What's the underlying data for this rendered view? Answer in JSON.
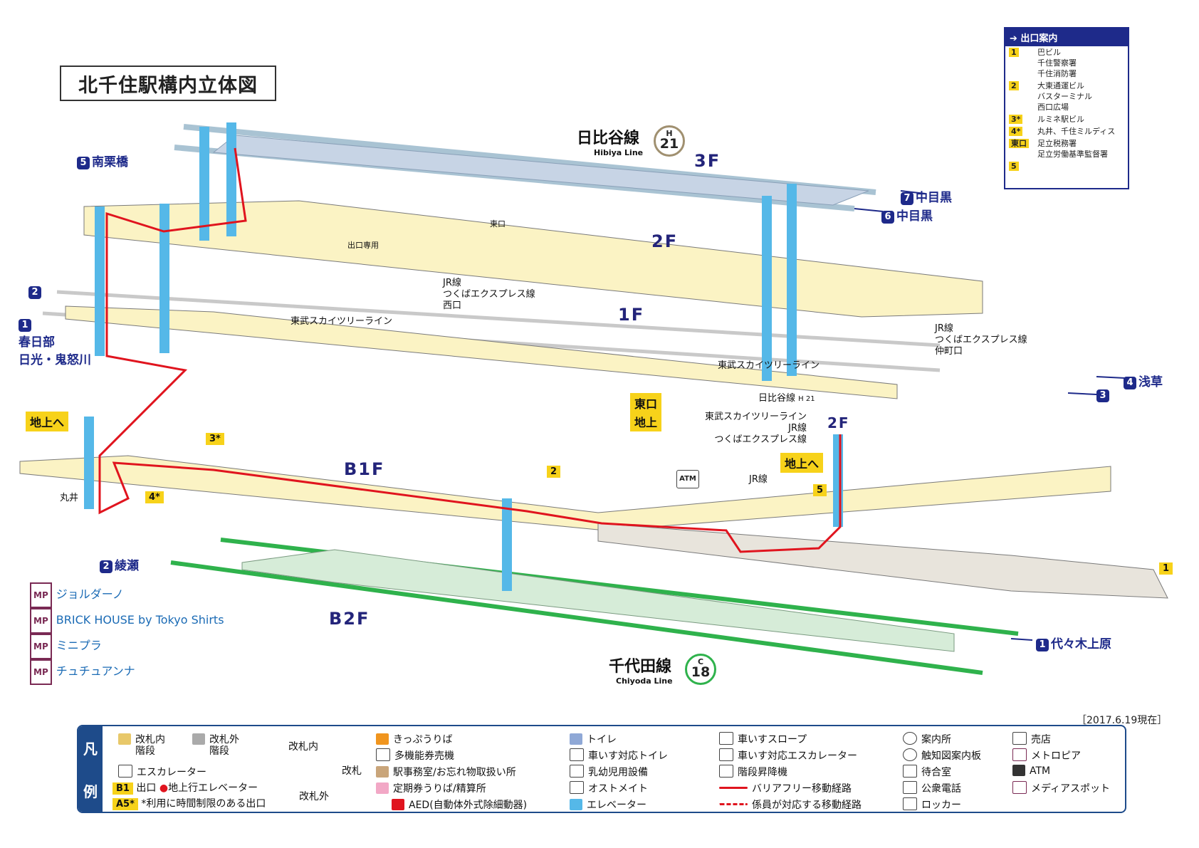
{
  "title": "北千住駅構内立体図",
  "lines": {
    "hibiya": {
      "name": "日比谷線",
      "sub": "Hibiya Line",
      "letter": "H",
      "number": "21"
    },
    "chiyoda": {
      "name": "千代田線",
      "sub": "Chiyoda Line",
      "letter": "C",
      "number": "18"
    }
  },
  "floors": {
    "f3": "3F",
    "f2": "2F",
    "f1": "1F",
    "b1": "B1F",
    "b2": "B2F",
    "f2b": "2F"
  },
  "destinations": {
    "minamikurihashi": {
      "num": "5",
      "label": "南栗橋"
    },
    "nakameguro7": {
      "num": "7",
      "label": "中目黒"
    },
    "nakameguro6": {
      "num": "6",
      "label": "中目黒"
    },
    "exit2": {
      "num": "2",
      "label": ""
    },
    "exit1": {
      "num": "1",
      "label": "春日部"
    },
    "nikko": "日光・鬼怒川",
    "asakusa": {
      "num": "4",
      "label": "浅草"
    },
    "exit3": {
      "num": "3",
      "label": ""
    },
    "ayase": {
      "num": "2",
      "label": "綾瀬"
    },
    "yoyogi": {
      "num": "1",
      "label": "代々木上原"
    }
  },
  "texts": {
    "tobu1": "東武スカイツリーライン",
    "tobu2": "東武スカイツリーライン",
    "jr_west_1": "JR線",
    "jr_west_2": "つくばエクスプレス線",
    "jr_west_3": "西口",
    "jr_naka_1": "JR線",
    "jr_naka_2": "つくばエクスプレス線",
    "jr_naka_3": "仲町口",
    "deguchi_senyo": "出口専用",
    "higashiguchi_small": "東口",
    "higashiguchi": "東口",
    "chijo": "地上",
    "chijo_he_left": "地上へ",
    "chijo_he_right": "地上へ",
    "transfer_1": "日比谷線",
    "transfer_1_num": "H 21",
    "transfer_2": "東武スカイツリーライン",
    "transfer_3": "JR線",
    "transfer_4": "つくばエクスプレス線",
    "jr_sen": "JR線",
    "marui": "丸井",
    "exit_3star": "3*",
    "exit_4star": "4*",
    "exit_2_mid": "2",
    "exit_5_mid": "5",
    "exit_1_right": "1",
    "atm": "ATM"
  },
  "metropia": [
    {
      "tag": "MP",
      "name": "ジョルダーノ"
    },
    {
      "tag": "MP",
      "name": "BRICK HOUSE by Tokyo Shirts"
    },
    {
      "tag": "MP",
      "name": "ミニプラ"
    },
    {
      "tag": "MP",
      "name": "チュチュアンナ"
    }
  ],
  "exit_info": {
    "header": "出口案内",
    "rows": [
      {
        "key": "1",
        "values": [
          "巴ビル",
          "千住警察署",
          "千住消防署"
        ]
      },
      {
        "key": "2",
        "values": [
          "大東通運ビル",
          "バスターミナル",
          "西口広場"
        ]
      },
      {
        "key": "3*",
        "values": [
          "ルミネ駅ビル"
        ]
      },
      {
        "key": "4*",
        "values": [
          "丸井、千住ミルディス"
        ]
      },
      {
        "key": "東口",
        "values": [
          "足立税務署",
          "足立労働基準監督署"
        ]
      },
      {
        "key": "5",
        "values": [
          ""
        ]
      }
    ]
  },
  "date": "［2017.6.19現在］",
  "legend": {
    "side": [
      "凡",
      "例"
    ],
    "stairs_in_1": "改札内",
    "stairs_in_2": "階段",
    "stairs_out_1": "改札外",
    "stairs_out_2": "階段",
    "escalator": "エスカレーター",
    "exit_code": "B1",
    "exit_label": "出口",
    "elevator_exit": "地上行エレベーター",
    "limited_code": "A5*",
    "limited_label": "*利用に時間制限のある出口",
    "gate_in": "改札内",
    "gate": "改札",
    "gate_out": "改札外",
    "ticket": "きっぷうりば",
    "multi": "多機能券売機",
    "office": "駅事務室/お忘れ物取扱い所",
    "pass": "定期券うりば/精算所",
    "aed": "AED(自動体外式除細動器)",
    "toilet": "トイレ",
    "wc_toilet": "車いす対応トイレ",
    "baby": "乳幼児用設備",
    "ostomate": "オストメイト",
    "elevator": "エレベーター",
    "slope": "車いすスロープ",
    "wc_escalator": "車いす対応エスカレーター",
    "stair_lift": "階段昇降機",
    "barrier_free": "バリアフリー移動経路",
    "staff_route": "係員が対応する移動経路",
    "info": "案内所",
    "tactile": "触知図案内板",
    "waiting": "待合室",
    "phone": "公衆電話",
    "locker": "ロッカー",
    "shop": "売店",
    "metropia": "メトロピア",
    "atm": "ATM",
    "media": "メディアスポット"
  },
  "colors": {
    "floor": "#fbf3c4",
    "red_route": "#e0141e",
    "elevator": "#55b8e8",
    "hibiya_track": "#a9c3d3",
    "chiyoda_track": "#2fb24c",
    "tobu_track": "#c9c9c9",
    "navy": "#1e2a8a",
    "yellow": "#f7d21a"
  }
}
